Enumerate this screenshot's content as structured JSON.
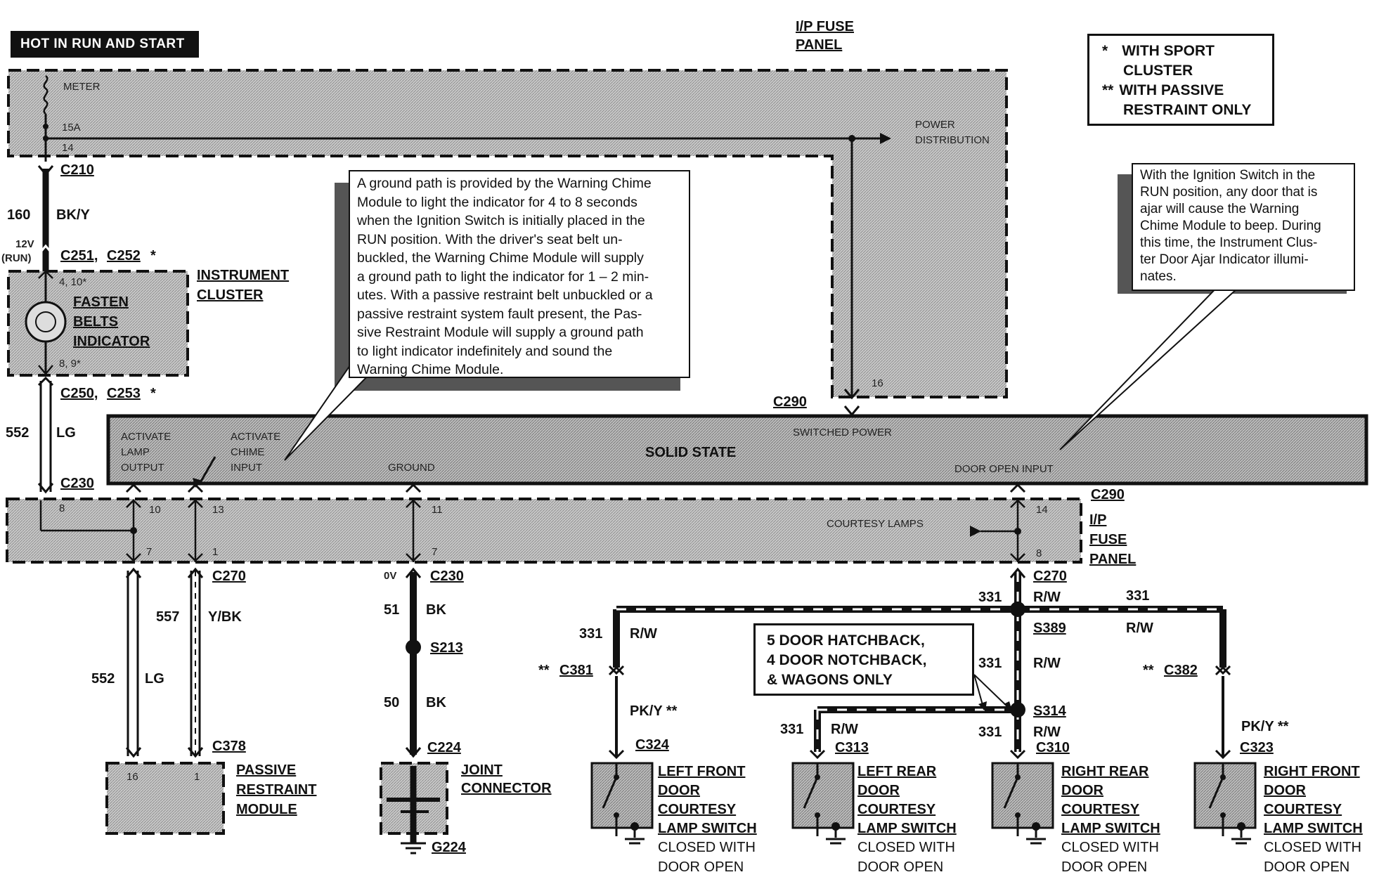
{
  "banner": "HOT IN RUN AND START",
  "fuse_panel_title": [
    "I/P FUSE",
    "PANEL"
  ],
  "fuse_panel_labels": {
    "meter": "METER",
    "amp": "15A",
    "circuit": "14",
    "power_dist": [
      "POWER",
      "DISTRIBUTION"
    ],
    "circuit16": "16"
  },
  "legend": [
    "*",
    "WITH SPORT",
    "CLUSTER",
    "**",
    "WITH PASSIVE",
    "RESTRAINT ONLY"
  ],
  "note_left": [
    "A ground path is provided by the Warning Chime",
    "Module to light the indicator for 4 to 8 seconds",
    "when the Ignition Switch is initially placed in the",
    "RUN position. With the driver's seat belt un-",
    "buckled, the Warning Chime Module will supply",
    "a ground path to light the indicator for 1 – 2 min-",
    "utes. With a passive restraint belt unbuckled or a",
    "passive restraint system fault present, the Pas-",
    "sive Restraint Module will supply a ground path",
    "to light indicator indefinitely and sound the",
    "Warning Chime Module."
  ],
  "note_right": [
    "With the Ignition Switch in the",
    "RUN position, any door that is",
    "ajar will cause the Warning",
    "Chime Module to beep. During",
    "this time, the Instrument Clus-",
    "ter Door Ajar Indicator illumi-",
    "nates."
  ],
  "left_wiring": {
    "c210": "C210",
    "w160": "160",
    "bky": "BK/Y",
    "v12": "12V",
    "run": "(RUN)",
    "c251": "C251,",
    "c252": "C252",
    "star": "*",
    "ic_title": [
      "INSTRUMENT",
      "CLUSTER"
    ],
    "ic_pin_top": "4, 10*",
    "ic_pin_bot": "8, 9*",
    "fasten": [
      "FASTEN",
      "BELTS",
      "INDICATOR"
    ],
    "c250": "C250,",
    "c253": "C253",
    "w552": "552",
    "lg": "LG",
    "c230": "C230"
  },
  "module": {
    "title": "SOLID STATE",
    "c290_top": "C290",
    "switched_power": "SWITCHED POWER",
    "activate_lamp": [
      "ACTIVATE",
      "LAMP",
      "OUTPUT"
    ],
    "activate_chime": [
      "ACTIVATE",
      "CHIME",
      "INPUT"
    ],
    "ground": "GROUND",
    "door_open": "DOOR OPEN INPUT"
  },
  "lower_panel": {
    "pins_top": [
      "8",
      "10",
      "13",
      "11",
      "14"
    ],
    "pins_bot": [
      "7",
      "1",
      "7",
      "8"
    ],
    "courtesy": "COURTESY LAMPS",
    "c290": "C290",
    "title": [
      "I/P",
      "FUSE",
      "PANEL"
    ]
  },
  "passive": {
    "c270": "C270",
    "w557": "557",
    "ybk": "Y/BK",
    "w552": "552",
    "lg": "LG",
    "c378": "C378",
    "pin16": "16",
    "pin1": "1",
    "title": [
      "PASSIVE",
      "RESTRAINT",
      "MODULE"
    ]
  },
  "ground_path": {
    "ov": "0V",
    "c230": "C230",
    "w51": "51",
    "bk1": "BK",
    "s213": "S213",
    "w50": "50",
    "bk2": "BK",
    "c224": "C224",
    "title": [
      "JOINT",
      "CONNECTOR"
    ],
    "g224": "G224"
  },
  "door_wiring": {
    "c270": "C270",
    "w331": "331",
    "rw": "R/W",
    "s389": "S389",
    "s314": "S314",
    "c381": "C381",
    "c382": "C382",
    "dstar": "**",
    "pky": "PK/Y **",
    "c324": "C324",
    "c313": "C313",
    "c310": "C310",
    "c323": "C323"
  },
  "door_note": [
    "5 DOOR HATCHBACK,",
    "4 DOOR NOTCHBACK,",
    "& WAGONS ONLY"
  ],
  "switches": [
    {
      "name": [
        "LEFT FRONT",
        "DOOR",
        "COURTESY",
        "LAMP SWITCH"
      ],
      "state": [
        "CLOSED WITH",
        "DOOR OPEN"
      ]
    },
    {
      "name": [
        "LEFT REAR",
        "DOOR",
        "COURTESY",
        "LAMP SWITCH"
      ],
      "state": [
        "CLOSED WITH",
        "DOOR OPEN"
      ]
    },
    {
      "name": [
        "RIGHT REAR",
        "DOOR",
        "COURTESY",
        "LAMP SWITCH"
      ],
      "state": [
        "CLOSED WITH",
        "DOOR OPEN"
      ]
    },
    {
      "name": [
        "RIGHT FRONT",
        "DOOR",
        "COURTESY",
        "LAMP SWITCH"
      ],
      "state": [
        "CLOSED WITH",
        "DOOR OPEN"
      ]
    }
  ]
}
